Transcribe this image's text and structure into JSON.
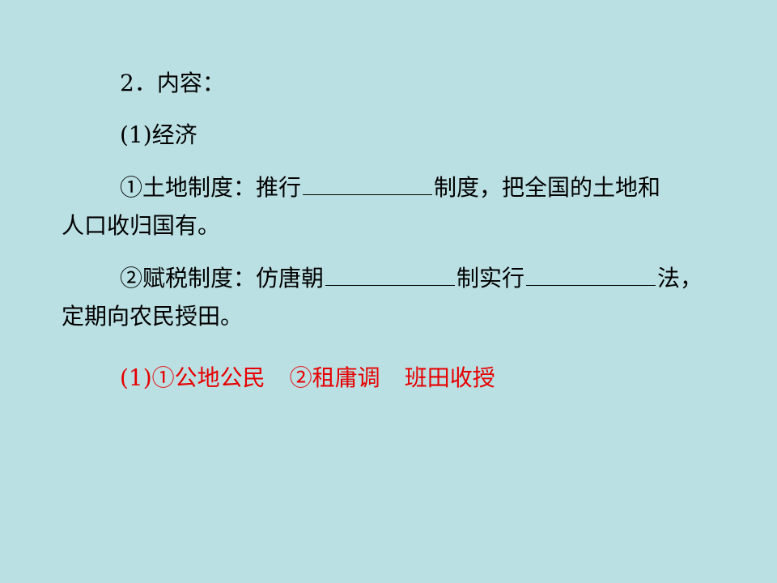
{
  "slide": {
    "background_color": "#bbe0e3",
    "heading": "2．内容：",
    "section": "(1)经济",
    "item1": {
      "prefix": "①土地制度：推行",
      "middle": "制度，把全国的土地和",
      "line2": "人口收归国有。"
    },
    "item2": {
      "prefix": "②赋税制度：仿唐朝",
      "middle": "制实行",
      "suffix": "法，",
      "line2": "定期向农民授田。"
    },
    "answer": {
      "color": "#e60000",
      "part1": "(1)①公地公民",
      "part2": "②租庸调",
      "part3": "班田收授"
    }
  }
}
